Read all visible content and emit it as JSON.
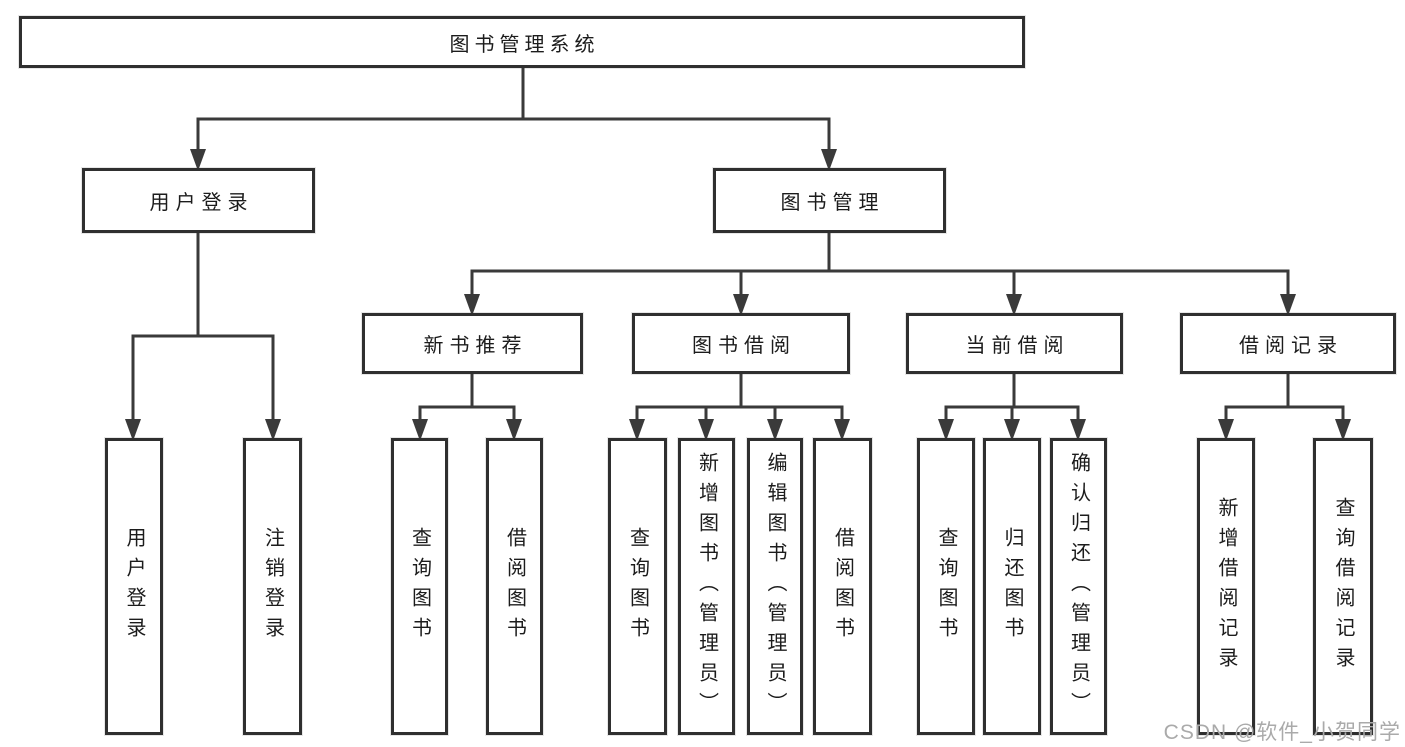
{
  "diagram": {
    "title": "图书管理系统",
    "root": {
      "label": "图书管理系统"
    },
    "level2": {
      "user_login": {
        "label": "用户登录"
      },
      "book_mgmt": {
        "label": "图书管理"
      }
    },
    "level3": {
      "new_books": {
        "label": "新书推荐"
      },
      "book_borrow": {
        "label": "图书借阅"
      },
      "current_borrow": {
        "label": "当前借阅"
      },
      "borrow_records": {
        "label": "借阅记录"
      }
    },
    "leaves": {
      "user_login": {
        "label": "用户登录"
      },
      "logout": {
        "label": "注销登录"
      },
      "new_query": {
        "label": "查询图书"
      },
      "new_borrow": {
        "label": "借阅图书"
      },
      "bor_query": {
        "label": "查询图书"
      },
      "bor_add": {
        "label": "新增图书（管理员）"
      },
      "bor_edit": {
        "label": "编辑图书（管理员）"
      },
      "bor_borrow": {
        "label": "借阅图书"
      },
      "cur_query": {
        "label": "查询图书"
      },
      "cur_return": {
        "label": "归还图书"
      },
      "cur_confirm": {
        "label": "确认归还（管理员）"
      },
      "rec_add": {
        "label": "新增借阅记录"
      },
      "rec_query": {
        "label": "查询借阅记录"
      }
    }
  },
  "watermark": {
    "text": "CSDN @软件_小贺同学"
  },
  "colors": {
    "line": "#3a3a3a",
    "border": "#2f2f2f",
    "text": "#1c1c1c",
    "watermark": "#aaaaaa",
    "background": "#ffffff"
  }
}
